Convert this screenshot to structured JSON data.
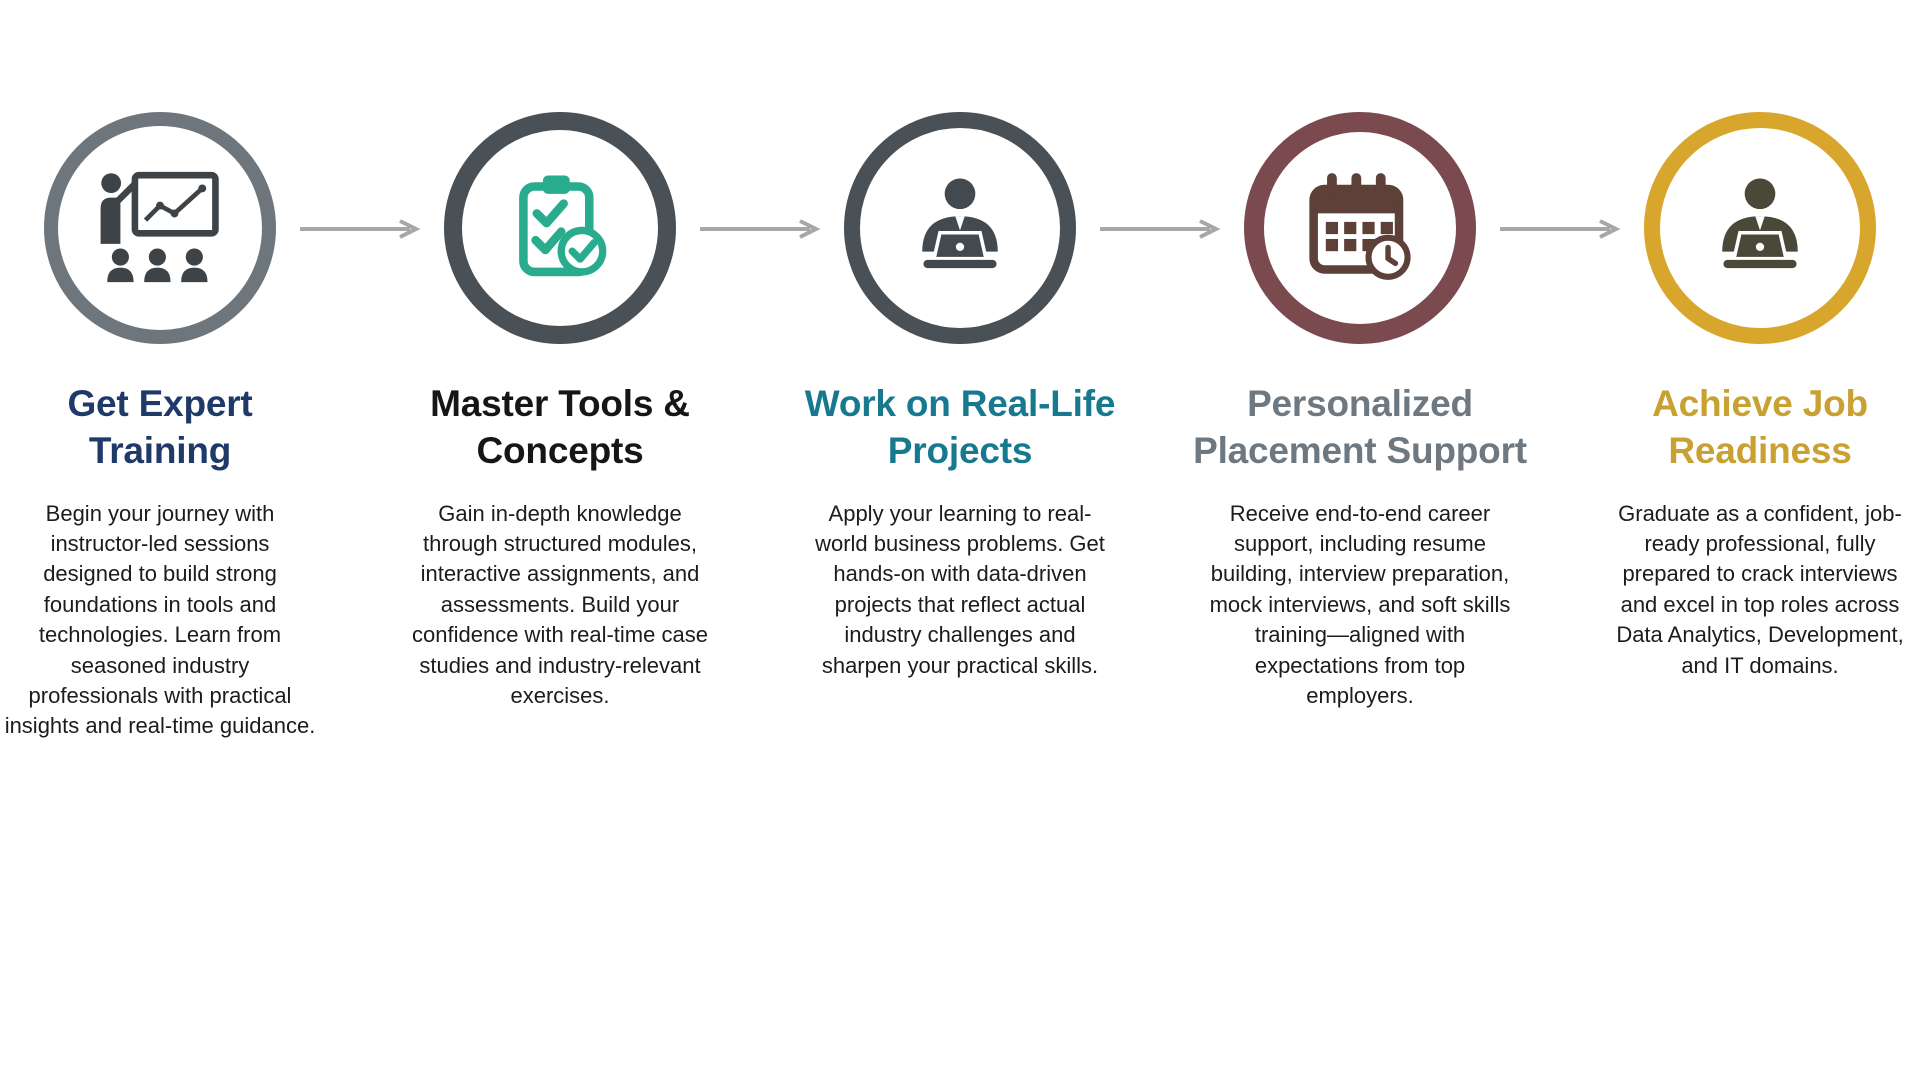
{
  "page": {
    "background": "#ffffff",
    "arrow_color": "#a7a7a7"
  },
  "steps": [
    {
      "title": "Get Expert Training",
      "description": "Begin your journey with instructor-led sessions designed to build strong foundations in tools and technologies. Learn from seasoned industry professionals with practical insights and real-time guidance.",
      "icon": "presenter-chart-icon",
      "ring_color": "#6e767d",
      "title_color": "#1f3a68",
      "icon_color": "#3d4347"
    },
    {
      "title": "Master Tools & Concepts",
      "description": "Gain in-depth knowledge through structured modules, interactive assignments, and assessments. Build your confidence with real-time case studies and industry-relevant exercises.",
      "icon": "clipboard-check-icon",
      "ring_color": "#4a5156",
      "title_color": "#161616",
      "icon_color": "#29ab8e"
    },
    {
      "title": "Work on Real-Life Projects",
      "description": "Apply your learning to real-world business problems. Get hands-on with data-driven projects that reflect actual industry challenges and sharpen your practical skills.",
      "icon": "person-laptop-icon",
      "ring_color": "#4a5156",
      "title_color": "#17798f",
      "icon_color": "#434a4f"
    },
    {
      "title": "Personalized Placement Support",
      "description": "Receive end-to-end career support, including resume building, interview preparation, mock interviews, and soft skills training—aligned with expectations from top employers.",
      "icon": "calendar-clock-icon",
      "ring_color": "#7b4a4f",
      "title_color": "#6e7880",
      "icon_color": "#5d4037"
    },
    {
      "title": "Achieve Job Readiness",
      "description": "Graduate as a confident, job-ready professional, fully prepared to crack interviews and excel in top roles across Data Analytics, Development, and IT domains.",
      "icon": "person-laptop-icon",
      "ring_color": "#d8a62c",
      "title_color": "#c9a032",
      "icon_color": "#4a4838"
    }
  ]
}
